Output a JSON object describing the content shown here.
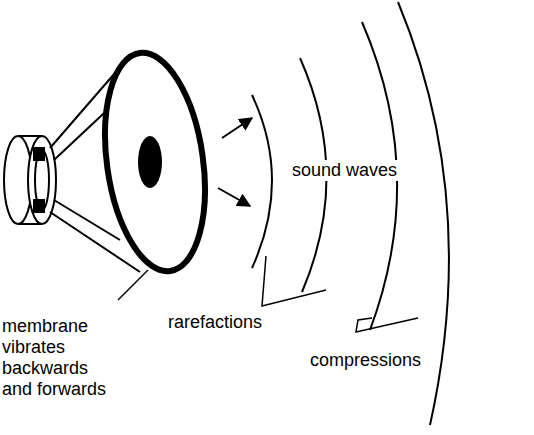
{
  "diagram": {
    "labels": [
      "sound waves",
      "membrane vibrates backwards and forwards",
      "rarefactions",
      "compressions"
    ]
  }
}
